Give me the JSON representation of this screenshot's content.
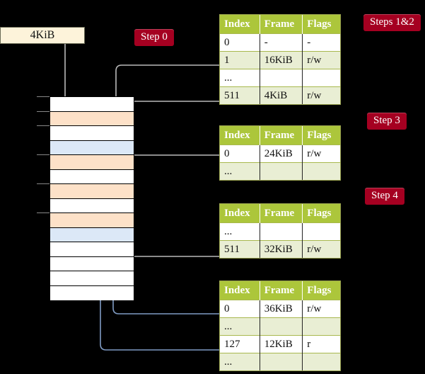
{
  "source_block": {
    "label": "4KiB"
  },
  "steps": [
    {
      "id": "step0",
      "label": "Step 0"
    },
    {
      "id": "step12",
      "label": "Steps 1&2"
    },
    {
      "id": "step3",
      "label": "Step 3"
    },
    {
      "id": "step4",
      "label": "Step 4"
    }
  ],
  "table_headers": {
    "index": "Index",
    "frame": "Frame",
    "flags": "Flags"
  },
  "tables": [
    {
      "name": "level4-table",
      "rows": [
        {
          "index": "0",
          "frame": "-",
          "flags": "-",
          "style": "plain",
          "highlight": false
        },
        {
          "index": "1",
          "frame": "16KiB",
          "flags": "r/w",
          "style": "alt",
          "highlight": false
        },
        {
          "index": "...",
          "frame": "",
          "flags": "",
          "style": "plain",
          "highlight": false
        },
        {
          "index": "511",
          "frame": "4KiB",
          "flags": "r/w",
          "style": "alt",
          "highlight": true
        }
      ]
    },
    {
      "name": "level3-table",
      "rows": [
        {
          "index": "0",
          "frame": "24KiB",
          "flags": "r/w",
          "style": "plain",
          "highlight": false
        },
        {
          "index": "...",
          "frame": "",
          "flags": "",
          "style": "alt",
          "highlight": false
        }
      ]
    },
    {
      "name": "level2-table",
      "rows": [
        {
          "index": "...",
          "frame": "",
          "flags": "",
          "style": "plain",
          "highlight": false
        },
        {
          "index": "511",
          "frame": "32KiB",
          "flags": "r/w",
          "style": "alt",
          "highlight": false
        }
      ]
    },
    {
      "name": "level1-table",
      "rows": [
        {
          "index": "0",
          "frame": "36KiB",
          "flags": "r/w",
          "style": "plain",
          "highlight": false
        },
        {
          "index": "...",
          "frame": "",
          "flags": "",
          "style": "alt",
          "highlight": false
        },
        {
          "index": "127",
          "frame": "12KiB",
          "flags": "r",
          "style": "plain",
          "highlight": false
        },
        {
          "index": "...",
          "frame": "",
          "flags": "",
          "style": "alt",
          "highlight": false
        }
      ]
    }
  ],
  "memory_column": {
    "name": "physical-memory-column",
    "rows": [
      {
        "fill": "white"
      },
      {
        "fill": "orange"
      },
      {
        "fill": "white"
      },
      {
        "fill": "blue"
      },
      {
        "fill": "orange"
      },
      {
        "fill": "white"
      },
      {
        "fill": "orange"
      },
      {
        "fill": "white"
      },
      {
        "fill": "orange"
      },
      {
        "fill": "blue"
      },
      {
        "fill": "white"
      },
      {
        "fill": "white"
      },
      {
        "fill": "white"
      },
      {
        "fill": "white"
      }
    ]
  },
  "colors": {
    "accent_green": "#acc63b",
    "table_alt": "#e9eed4",
    "highlight_yellow": "#f5f49a",
    "pill_red": "#a50021",
    "source_cream": "#fdf3da",
    "mem_orange": "#fde1c8",
    "mem_blue": "#dce8f7",
    "gray_wire": "#b8b8b8",
    "blue_wire": "#7f9bc4"
  }
}
